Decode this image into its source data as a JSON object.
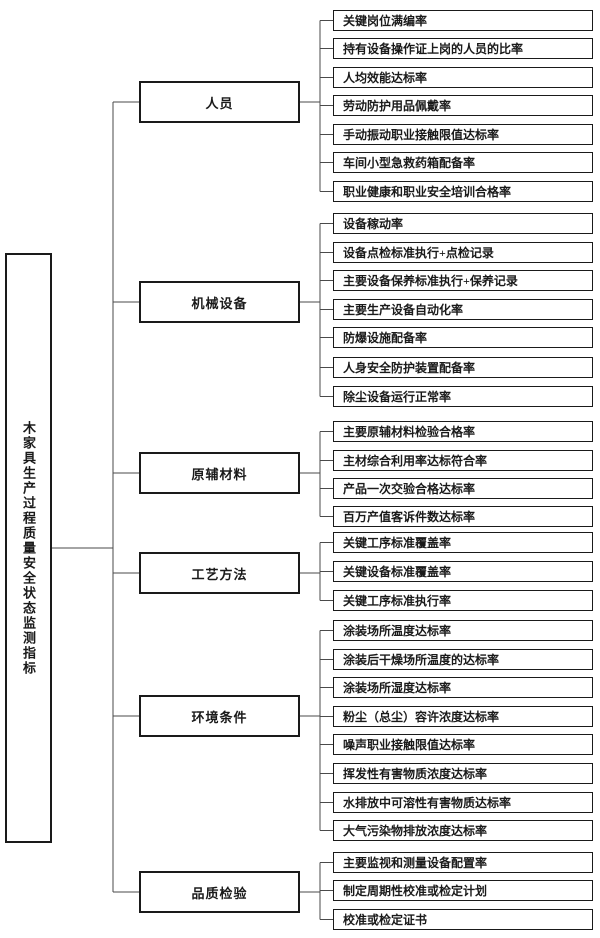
{
  "root": {
    "label": "木家具生产过程质量安全状态监测指标"
  },
  "groups": [
    {
      "label": "人员",
      "children": [
        "关键岗位满编率",
        "持有设备操作证上岗的人员的比率",
        "人均效能达标率",
        "劳动防护用品佩戴率",
        "手动振动职业接触限值达标率",
        "车间小型急救药箱配备率",
        "职业健康和职业安全培训合格率"
      ]
    },
    {
      "label": "机械设备",
      "children": [
        "设备稼动率",
        "设备点检标准执行+点检记录",
        "主要设备保养标准执行+保养记录",
        "主要生产设备自动化率",
        "防爆设施配备率",
        "人身安全防护装置配备率",
        "除尘设备运行正常率"
      ]
    },
    {
      "label": "原辅材料",
      "children": [
        "主要原辅材料检验合格率",
        "主材综合利用率达标符合率",
        "产品一次交验合格达标率",
        "百万产值客诉件数达标率"
      ]
    },
    {
      "label": "工艺方法",
      "children": [
        "关键工序标准覆盖率",
        "关键设备标准覆盖率",
        "关键工序标准执行率"
      ]
    },
    {
      "label": "环境条件",
      "children": [
        "涂装场所温度达标率",
        "涂装后干燥场所温度的达标率",
        "涂装场所湿度达标率",
        "粉尘（总尘）容许浓度达标率",
        "噪声职业接触限值达标率",
        "挥发性有害物质浓度达标率",
        "水排放中可溶性有害物质达标率",
        "大气污染物排放浓度达标率"
      ]
    },
    {
      "label": "品质检验",
      "children": [
        "主要监视和测量设备配置率",
        "制定周期性校准或检定计划",
        "校准或检定证书"
      ]
    }
  ],
  "colors": {
    "background": "#ffffff",
    "box_border": "#1a1a1a",
    "connector_line": "#4a4a4a",
    "text": "#1a1a1a"
  }
}
